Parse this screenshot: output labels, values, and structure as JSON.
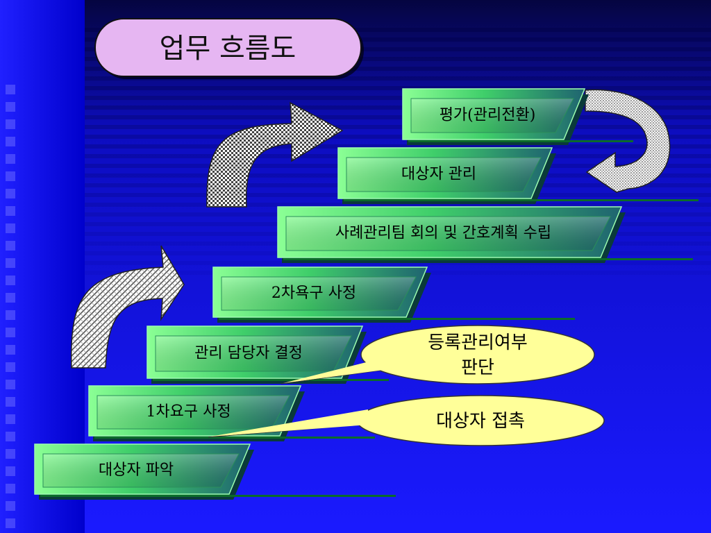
{
  "title": "업무 흐름도",
  "steps": [
    {
      "label": "대상자 파악"
    },
    {
      "label": "1차요구 사정"
    },
    {
      "label": "관리 담당자 결정"
    },
    {
      "label": "2차욕구 사정"
    },
    {
      "label": "사례관리팀 회의 및 간호계획 수립"
    },
    {
      "label": "대상자 관리"
    },
    {
      "label": "평가(관리전환)"
    }
  ],
  "callouts": [
    {
      "lines": [
        "등록관리여부",
        "판단"
      ]
    },
    {
      "lines": [
        "대상자 접촉"
      ]
    }
  ],
  "colors": {
    "background": "#1a1aff",
    "step_fill_light": "#7dff8c",
    "step_fill_dark": "#1f6e6e",
    "title_fill": "#e8b8f0",
    "callout_fill": "#ffff99"
  }
}
